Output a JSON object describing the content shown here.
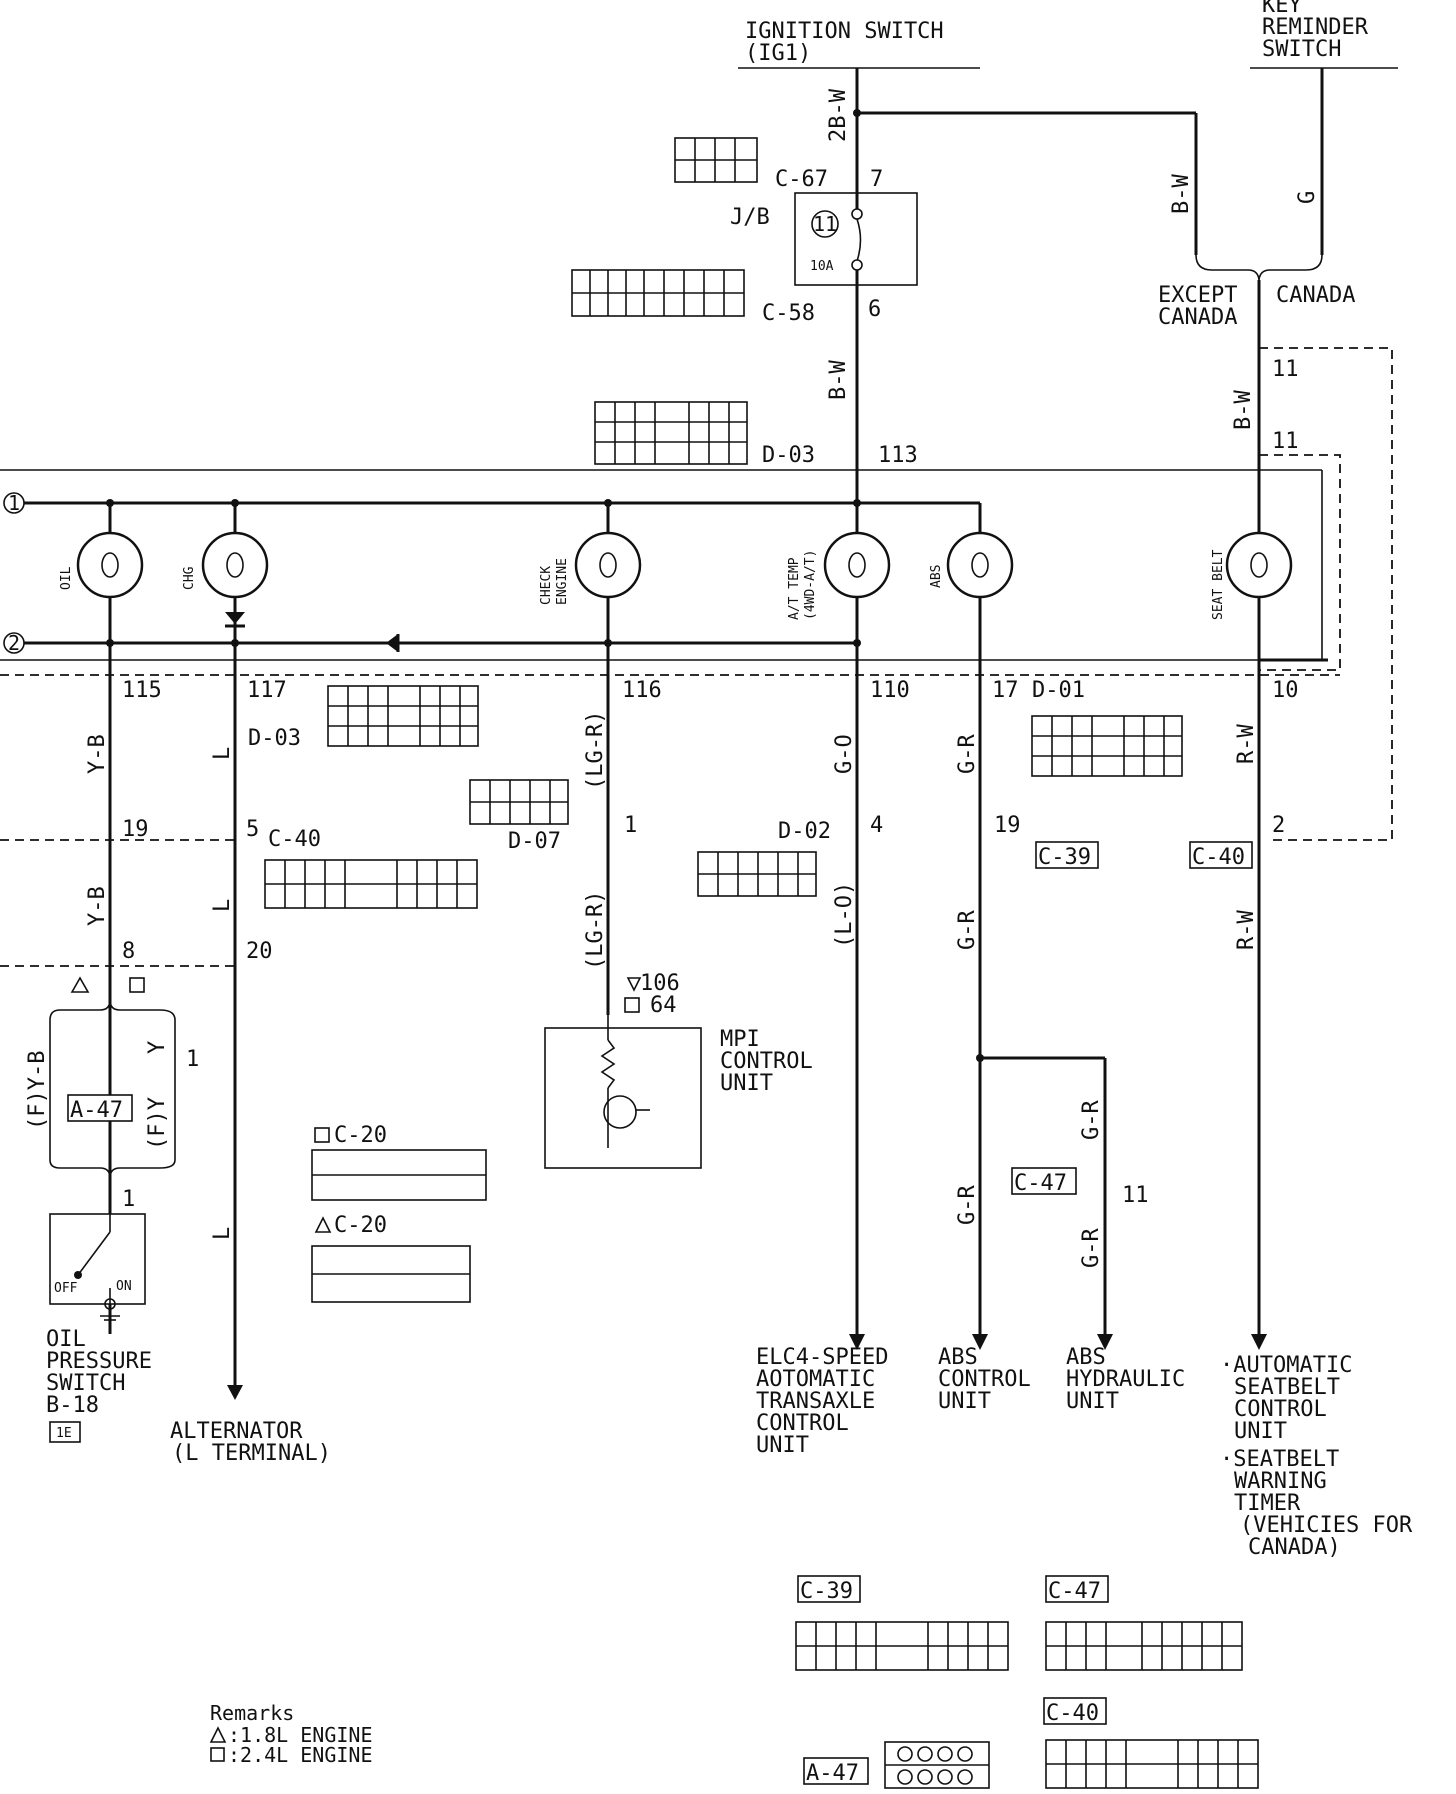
{
  "top": {
    "ignition_switch": [
      "IGNITION SWITCH",
      "(IG1)"
    ],
    "key_reminder": [
      "KEY",
      "REMINDER",
      "SWITCH"
    ]
  },
  "wires": {
    "w_2bw": "2B-W",
    "w_bw_top": "B-W",
    "w_g": "G",
    "w_bw_mid": "B-W",
    "w_bw_right": "B-W",
    "w_yb_1": "Y-B",
    "w_yb_2": "Y-B",
    "w_l_1": "L",
    "w_l_2": "L",
    "w_l_3": "L",
    "w_lgr_1": "(LG-R)",
    "w_lgr_2": "(LG-R)",
    "w_go": "G-O",
    "w_lo": "(L-O)",
    "w_gr_1": "G-R",
    "w_gr_2": "G-R",
    "w_gr_3": "G-R",
    "w_gr_4": "G-R",
    "w_gr_5": "G-R",
    "w_rw_1": "R-W",
    "w_rw_2": "R-W",
    "w_fyb": "(F)Y-B",
    "w_fy": "(F)Y",
    "w_y": "Y"
  },
  "connectors": {
    "c67": "C-67",
    "c58": "C-58",
    "d03_top": "D-03",
    "d03_mid": "D-03",
    "d01": "D-01",
    "c40": "C-40",
    "d07": "D-07",
    "d02": "D-02",
    "c39_tag": "C-39",
    "c40_tag": "C-40",
    "a47_tag": "A-47",
    "c47_tag": "C-47",
    "c20_sq": "C-20",
    "c20_tri": "C-20",
    "jb": "J/B",
    "fuse_num": "11",
    "fuse_amp": "10A",
    "b18": "B-18",
    "b18_icon": "1E"
  },
  "pins": {
    "p7": "7",
    "p6": "6",
    "p113": "113",
    "p11a": "11",
    "p11b": "11",
    "p115": "115",
    "p117": "117",
    "p116": "116",
    "p110": "110",
    "p17": "17",
    "p10": "10",
    "p19a": "19",
    "p5": "5",
    "p1_lgr": "1",
    "p4": "4",
    "p19b": "19",
    "p2": "2",
    "p8": "8",
    "p20": "20",
    "p106": "106",
    "p64": "64",
    "p1_y": "1",
    "p1_sw": "1",
    "p11c": "11"
  },
  "branch": {
    "except_canada": [
      "EXCEPT",
      "CANADA"
    ],
    "canada": "CANADA"
  },
  "indicators": {
    "oil": "OIL",
    "chg": "CHG",
    "check_engine": [
      "CHECK",
      "ENGINE"
    ],
    "at_temp": [
      "A/T TEMP",
      "(4WD-A/T)"
    ],
    "abs": "ABS",
    "seat_belt": "SEAT BELT"
  },
  "bus": {
    "b1": "1",
    "b2": "2"
  },
  "switch": {
    "off": "OFF",
    "on": "ON"
  },
  "components": {
    "oil_pressure_switch": [
      "OIL",
      "PRESSURE",
      "SWITCH"
    ],
    "alternator": [
      "ALTERNATOR",
      "(L TERMINAL)"
    ],
    "mpi": [
      "MPI",
      "CONTROL",
      "UNIT"
    ],
    "elc": [
      "ELC4-SPEED",
      "AOTOMATIC",
      "TRANSAXLE",
      "CONTROL",
      "UNIT"
    ],
    "abs_control": [
      "ABS",
      "CONTROL",
      "UNIT"
    ],
    "abs_hydraulic": [
      "ABS",
      "HYDRAULIC",
      "UNIT"
    ],
    "seatbelt": [
      "·AUTOMATIC",
      "SEATBELT",
      "CONTROL",
      "UNIT",
      "·SEATBELT",
      "WARNING",
      "TIMER",
      "(VEHICIES FOR",
      "CANADA)"
    ]
  },
  "legend": {
    "c39": "C-39",
    "c47": "C-47",
    "c40": "C-40",
    "a47": "A-47"
  },
  "remarks": {
    "title": "Remarks",
    "tri": ":1.8L ENGINE",
    "sq": ":2.4L ENGINE"
  }
}
